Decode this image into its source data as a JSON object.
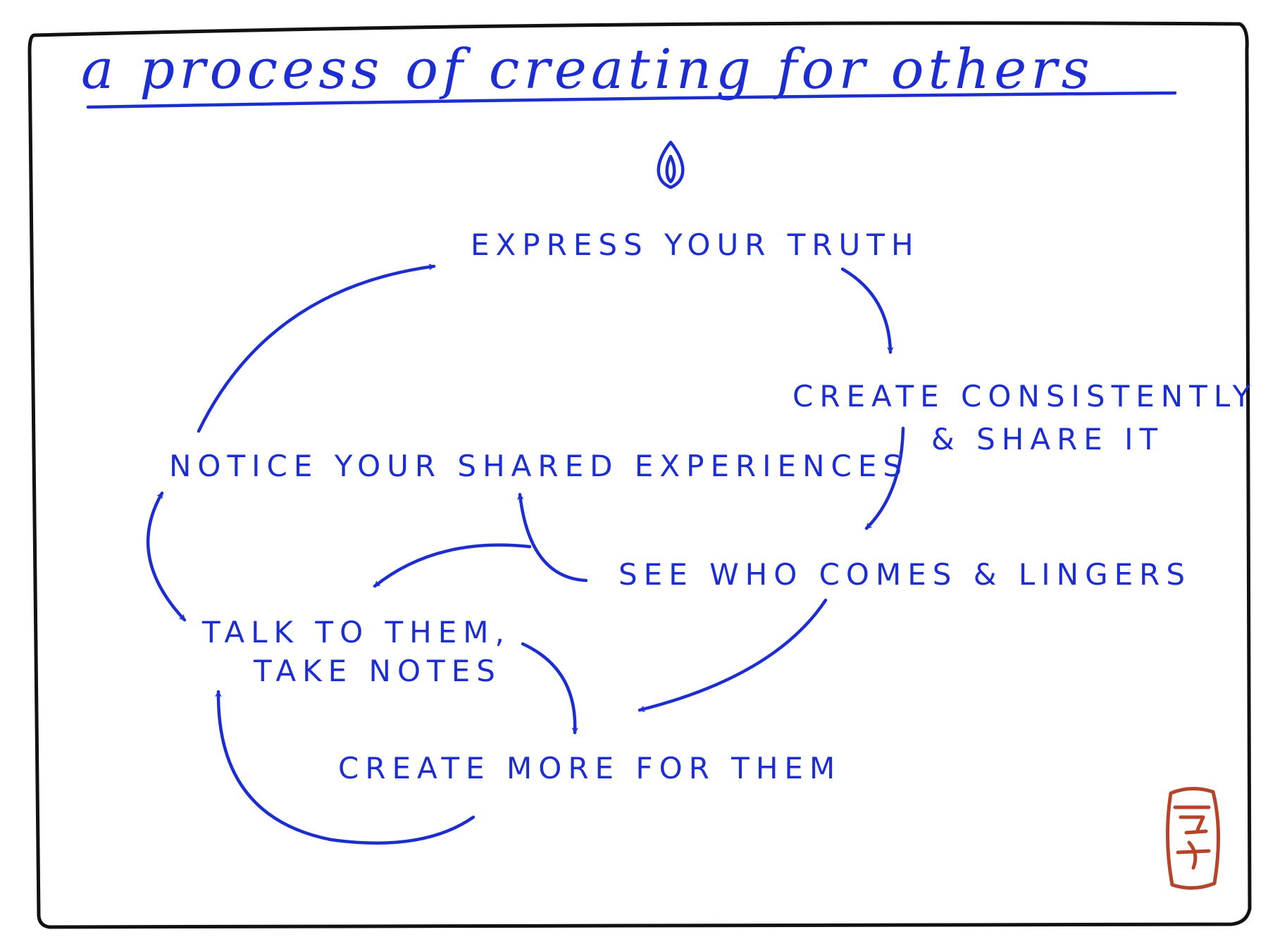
{
  "title": "a process of creating for others",
  "steps": {
    "express": "EXPRESS YOUR TRUTH",
    "create_line1": "CREATE CONSISTENTLY",
    "create_line2": "& SHARE IT",
    "see": "SEE WHO COMES & LINGERS",
    "notice": "NOTICE YOUR SHARED EXPERIENCES",
    "talk_line1": "TALK TO THEM,",
    "talk_line2": "TAKE NOTES",
    "more": "CREATE MORE FOR THEM"
  },
  "icons": {
    "top": "flame-icon",
    "stamp": "artist-seal-icon"
  },
  "colors": {
    "ink": "#1d2ed1",
    "frame": "#111111",
    "seal": "#b5452a"
  }
}
